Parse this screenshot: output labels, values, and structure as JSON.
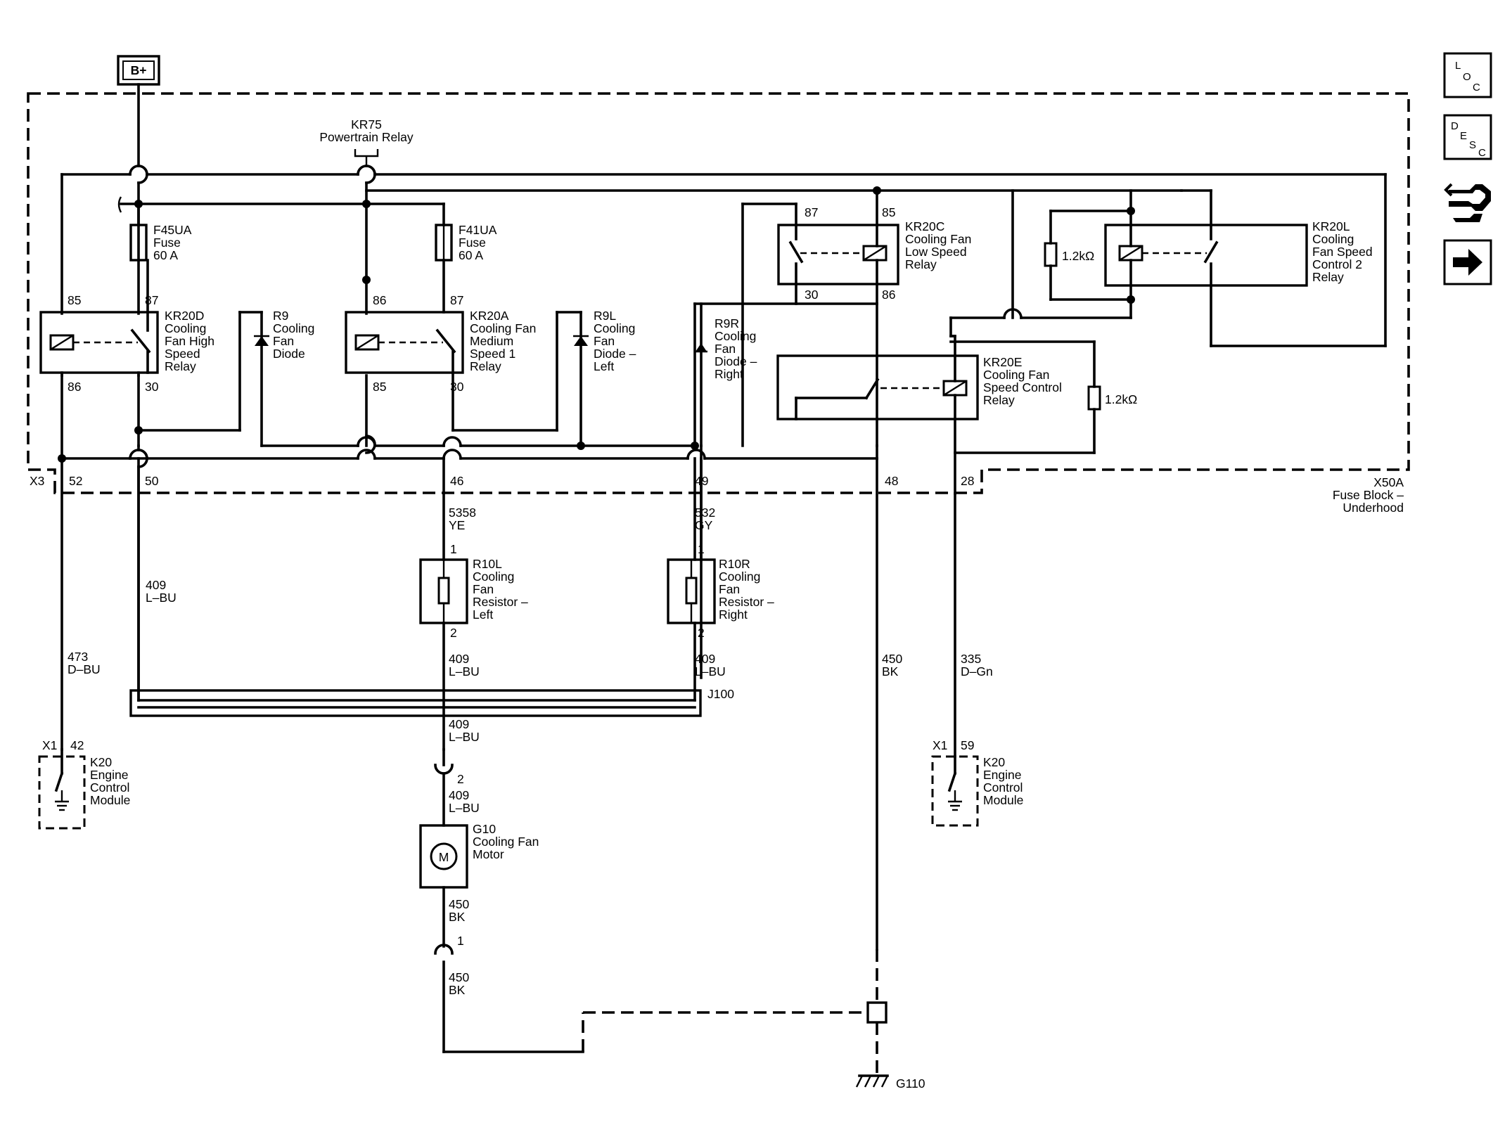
{
  "power": {
    "bplus": "B+",
    "kr75_id": "KR75",
    "kr75_name": "Powertrain Relay"
  },
  "fuses": [
    {
      "id": "F45UA",
      "l1": "Fuse",
      "l2": "60 A"
    },
    {
      "id": "F41UA",
      "l1": "Fuse",
      "l2": "60 A"
    }
  ],
  "relays": {
    "kr20d": {
      "lines": [
        "KR20D",
        "Cooling",
        "Fan High",
        "Speed",
        "Relay"
      ],
      "pins": [
        "85",
        "87",
        "86",
        "30"
      ]
    },
    "kr20a": {
      "lines": [
        "KR20A",
        "Cooling Fan",
        "Medium",
        "Speed 1",
        "Relay"
      ],
      "pins": [
        "86",
        "87",
        "85",
        "30"
      ]
    },
    "kr20c": {
      "lines": [
        "KR20C",
        "Cooling Fan",
        "Low Speed",
        "Relay"
      ],
      "pins": [
        "87",
        "85",
        "30",
        "86"
      ]
    },
    "kr20l": {
      "lines": [
        "KR20L",
        "Cooling",
        "Fan Speed",
        "Control 2",
        "Relay"
      ],
      "resistor": "1.2kΩ"
    },
    "kr20e": {
      "lines": [
        "KR20E",
        "Cooling Fan",
        "Speed Control",
        "Relay"
      ],
      "resistor": "1.2kΩ"
    }
  },
  "diodes": {
    "r9": [
      "R9",
      "Cooling",
      "Fan",
      "Diode"
    ],
    "r9l": [
      "R9L",
      "Cooling",
      "Fan",
      "Diode –",
      "Left"
    ],
    "r9r": [
      "R9R",
      "Cooling",
      "Fan",
      "Diode –",
      "Right"
    ]
  },
  "fuse_block": {
    "connector": "X3",
    "pins": [
      "52",
      "50",
      "46",
      "49",
      "48",
      "28"
    ],
    "name_l1": "X50A",
    "name_l2": "Fuse Block –",
    "name_l3": "Underhood"
  },
  "wires": {
    "w5358": [
      "5358",
      "YE"
    ],
    "w532": [
      "532",
      "GY"
    ],
    "w409a": [
      "409",
      "L–BU"
    ],
    "w409b": [
      "409",
      "L–BU"
    ],
    "w409c": [
      "409",
      "L–BU"
    ],
    "w409d": [
      "409",
      "L–BU"
    ],
    "w409e": [
      "409",
      "L–BU"
    ],
    "w473": [
      "473",
      "D–BU"
    ],
    "w450a": [
      "450",
      "BK"
    ],
    "w450b": [
      "450",
      "BK"
    ],
    "w450c": [
      "450",
      "BK"
    ],
    "w335": [
      "335",
      "D–Gn"
    ]
  },
  "resistors": {
    "r10l": {
      "lines": [
        "R10L",
        "Cooling",
        "Fan",
        "Resistor –",
        "Left"
      ],
      "pin_top": "1",
      "pin_bot": "2"
    },
    "r10r": {
      "lines": [
        "R10R",
        "Cooling",
        "Fan",
        "Resistor –",
        "Right"
      ],
      "pin_top": "1",
      "pin_bot": "2"
    }
  },
  "splice": "J100",
  "motor": {
    "lines": [
      "G10",
      "Cooling Fan",
      "Motor"
    ],
    "symbol": "M",
    "pin_top": "2",
    "pin_bot": "1"
  },
  "ecm_left": {
    "conn": "X1",
    "pin": "42",
    "lines": [
      "K20",
      "Engine",
      "Control",
      "Module"
    ]
  },
  "ecm_right": {
    "conn": "X1",
    "pin": "59",
    "lines": [
      "K20",
      "Engine",
      "Control",
      "Module"
    ]
  },
  "ground": "G110",
  "nav": {
    "loc": [
      "L",
      "O",
      "C"
    ],
    "desc": [
      "D",
      "E",
      "S",
      "C"
    ],
    "connector_icon": "connector-icon",
    "next_icon": "right-arrow-icon"
  }
}
